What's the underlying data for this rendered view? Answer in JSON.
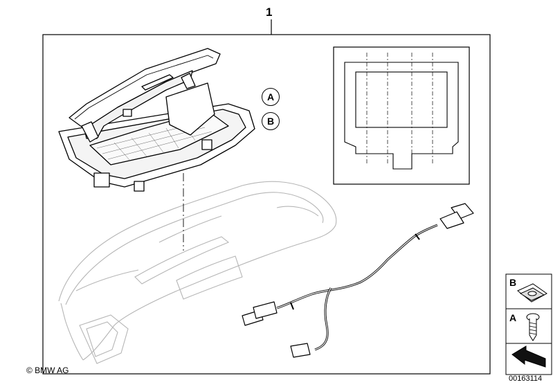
{
  "diagram": {
    "part_number": "1",
    "copyright": "© BMW AG",
    "diagram_id": "00163114",
    "callouts": [
      "A",
      "B"
    ],
    "legend": [
      {
        "letter": "B",
        "icon": "clip-nut-icon"
      },
      {
        "letter": "A",
        "icon": "screw-icon"
      }
    ]
  }
}
